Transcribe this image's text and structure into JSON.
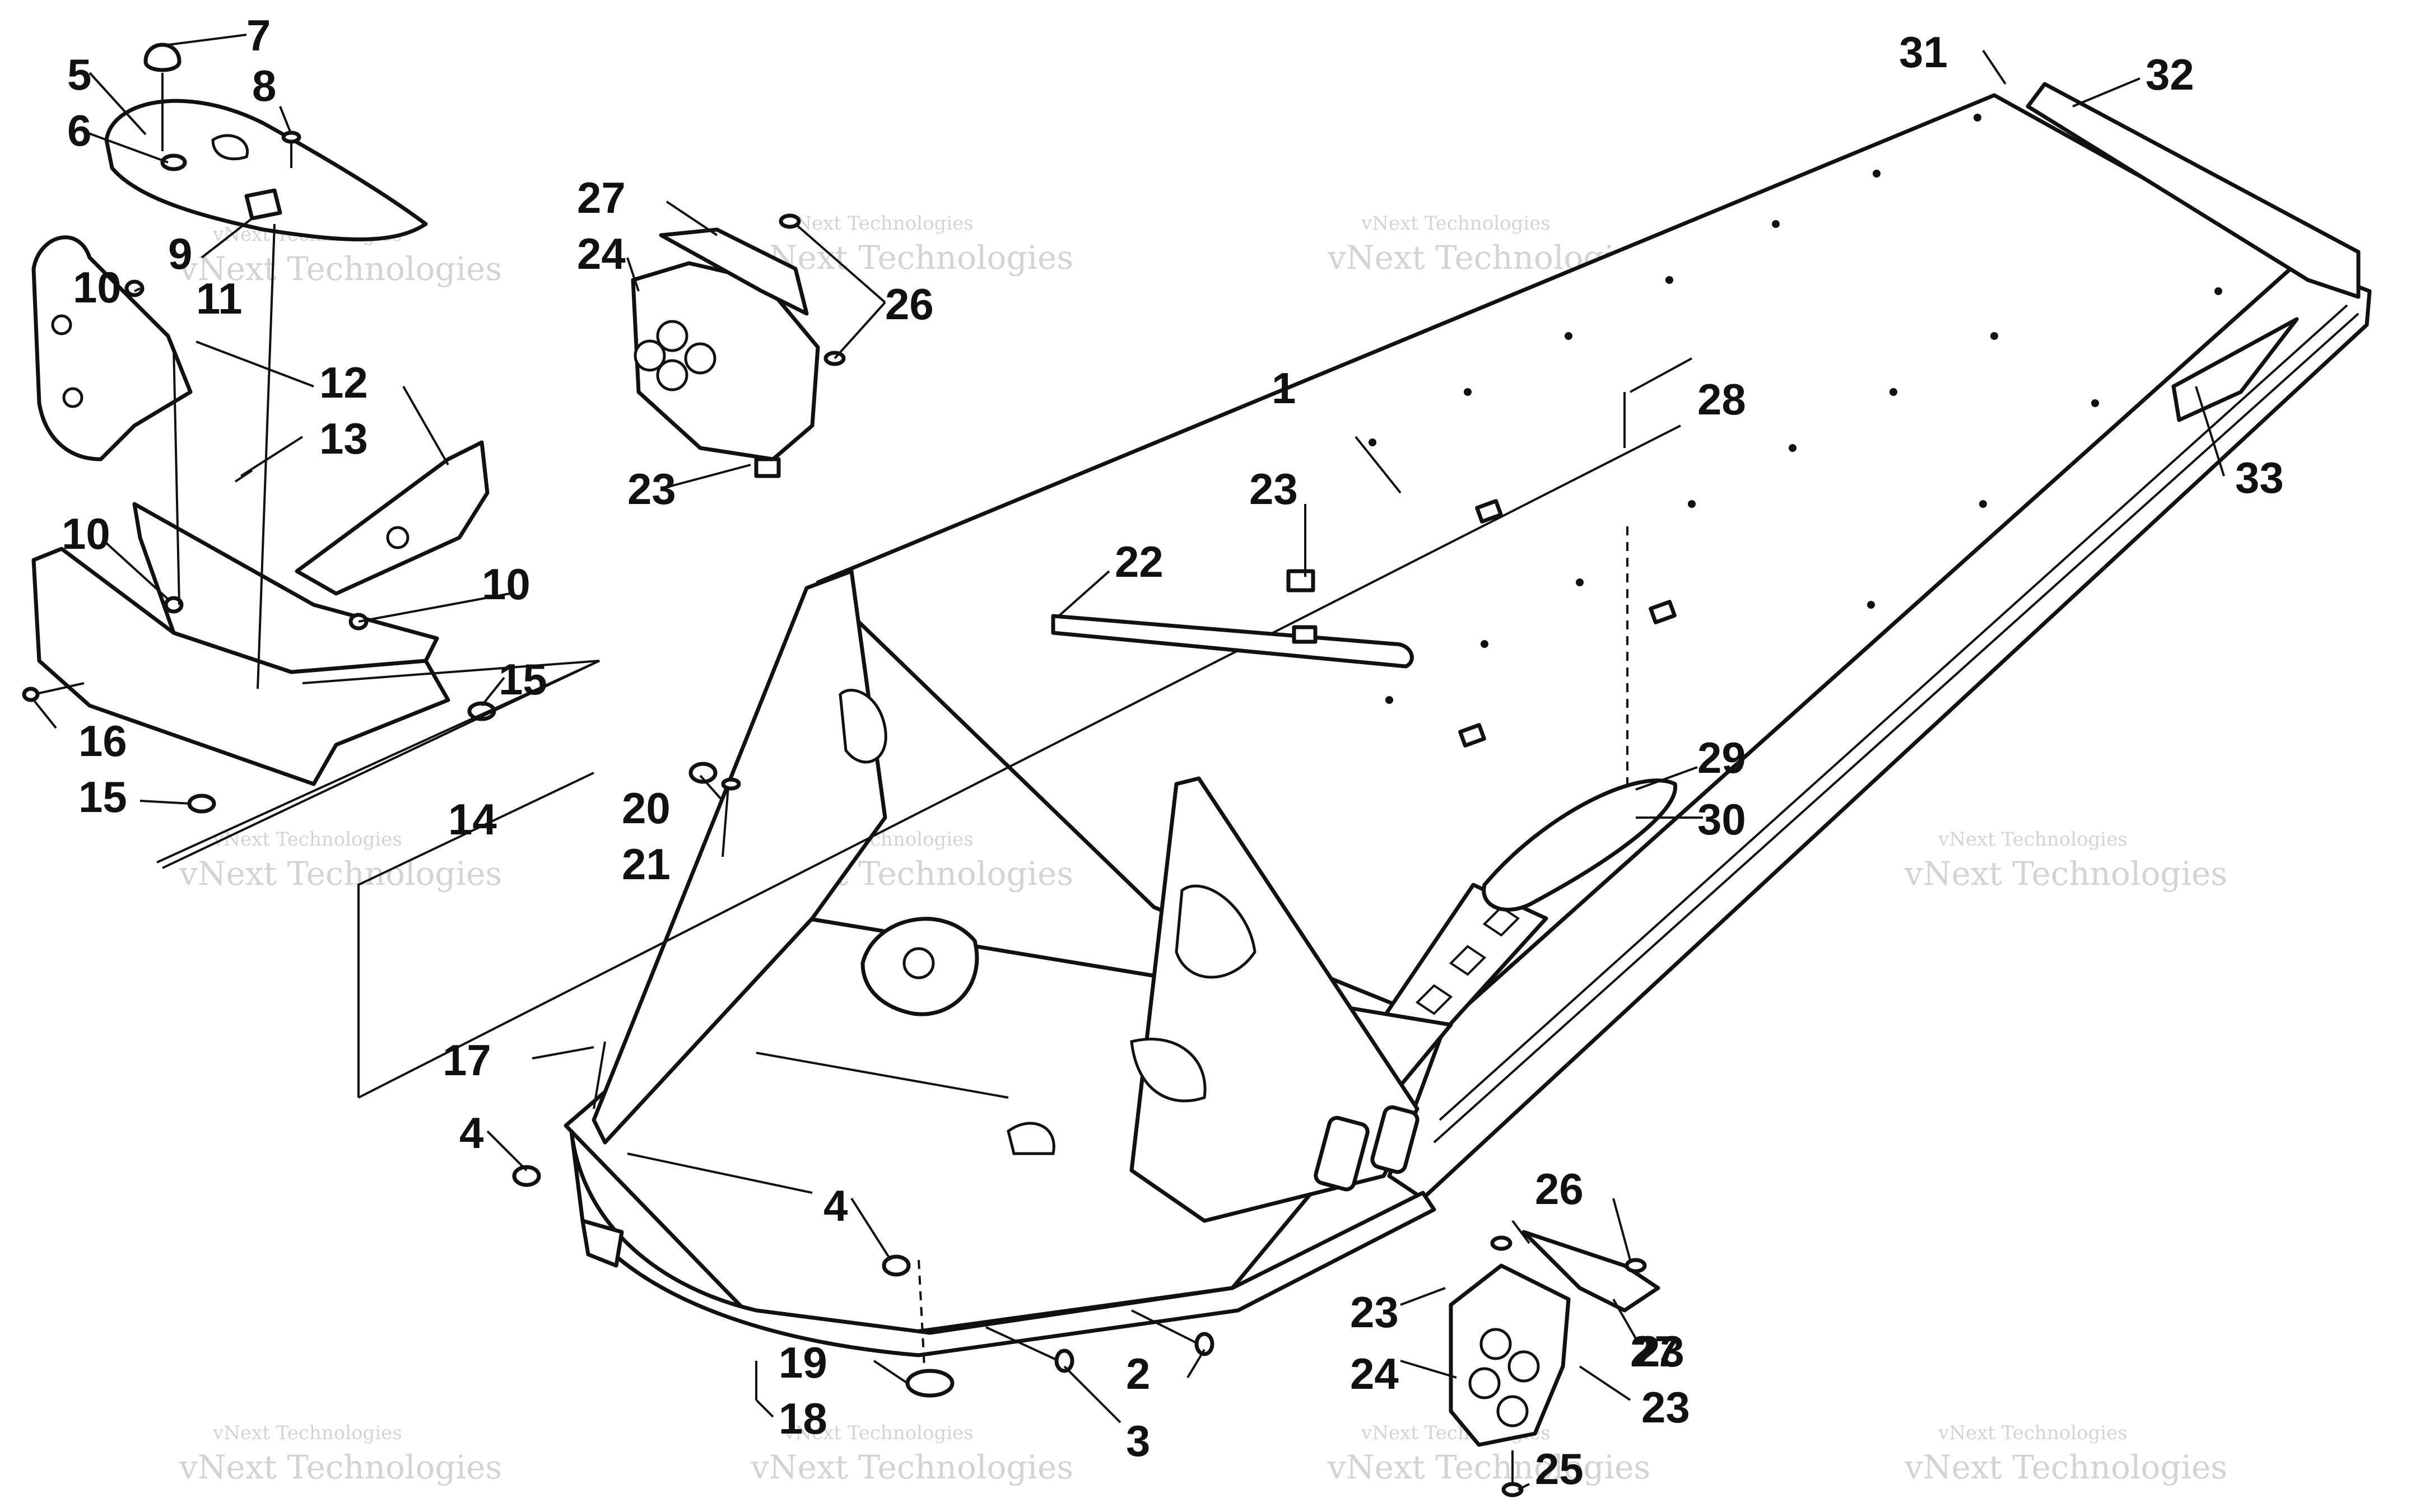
{
  "diagram": {
    "watermark": "vNext Technologies",
    "callouts": [
      "1",
      "2",
      "3",
      "4",
      "4",
      "5",
      "6",
      "7",
      "8",
      "9",
      "10",
      "10",
      "10",
      "11",
      "12",
      "13",
      "14",
      "15",
      "15",
      "16",
      "17",
      "18",
      "19",
      "20",
      "21",
      "22",
      "23",
      "23",
      "23",
      "23",
      "23",
      "24",
      "24",
      "25",
      "26",
      "26",
      "27",
      "27",
      "28",
      "29",
      "30",
      "31",
      "32",
      "33"
    ]
  }
}
